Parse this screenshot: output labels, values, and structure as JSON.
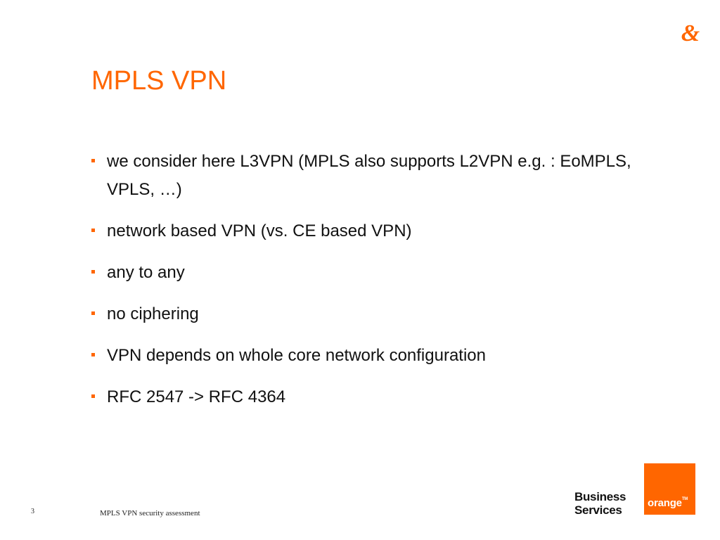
{
  "slide": {
    "title": "MPLS VPN",
    "accent_color": "#ff6600",
    "bullets": [
      "we consider here L3VPN (MPLS also supports L2VPN e.g. : EoMPLS, VPLS, …)",
      "network based VPN (vs. CE based VPN)",
      "any to any",
      "no ciphering",
      "VPN depends on whole core network configuration",
      "RFC 2547 -> RFC 4364"
    ]
  },
  "footer": {
    "page_number": "3",
    "text": "MPLS VPN security assessment"
  },
  "branding": {
    "top_logo_icon": "ampersand-icon",
    "line1": "Business",
    "line2": "Services",
    "logo_text": "orange",
    "logo_tm": "TM",
    "logo_color": "#ff6600"
  }
}
